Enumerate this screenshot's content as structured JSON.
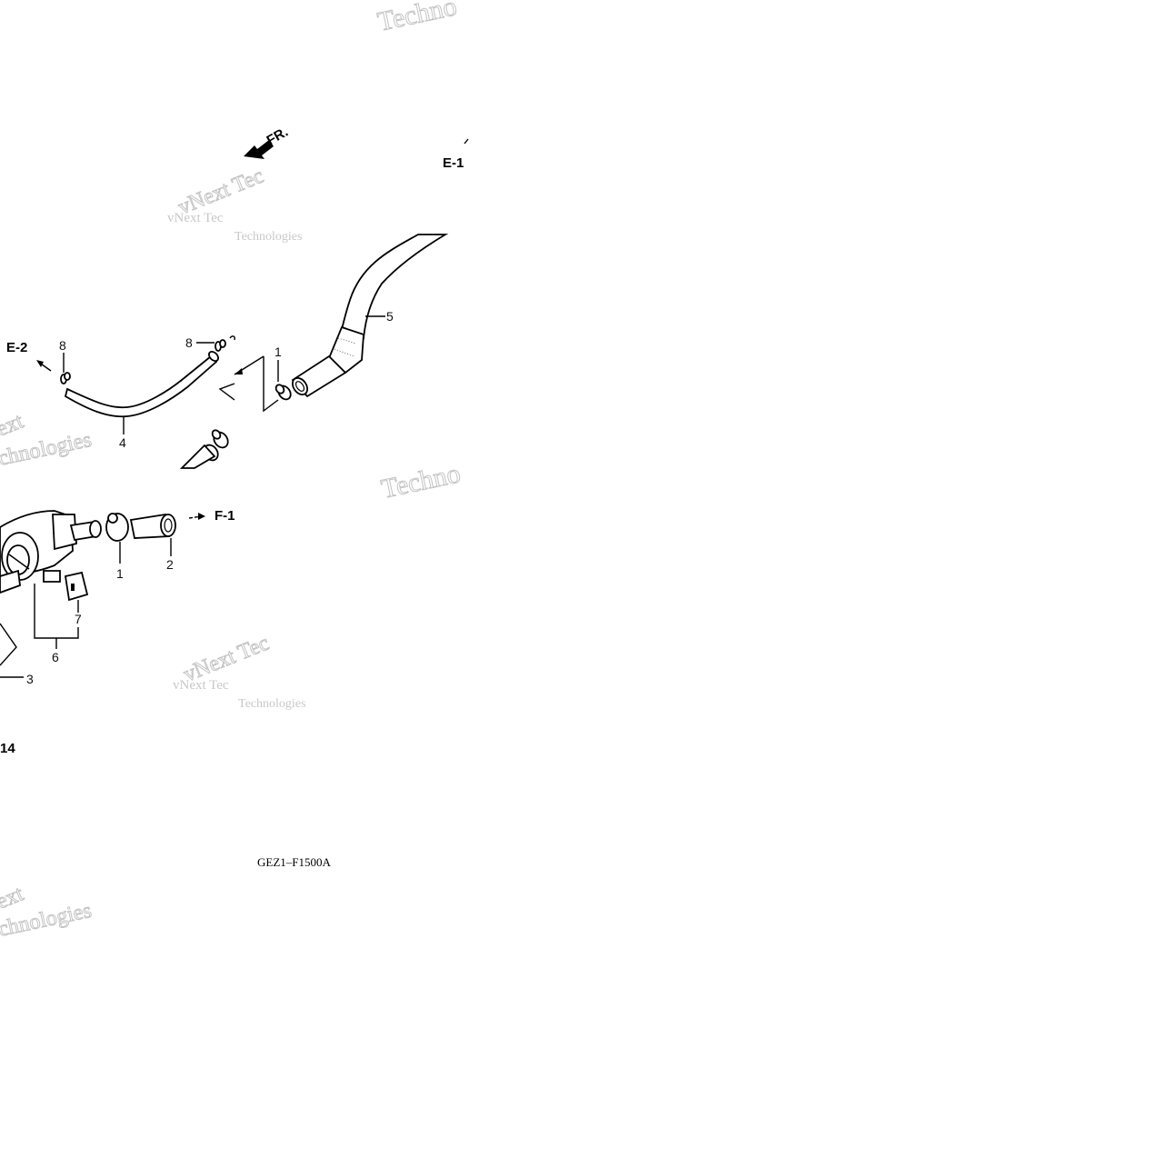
{
  "direction_label": "FR.",
  "references": {
    "e1": "E-1",
    "e2": "E-2",
    "f1": "F-1",
    "fig14": "14"
  },
  "callouts": {
    "c1_upper": "1",
    "c1_lower": "1",
    "c2": "2",
    "c3": "3",
    "c4": "4",
    "c5": "5",
    "c6": "6",
    "c7": "7",
    "c8_left": "8",
    "c8_right": "8"
  },
  "drawing_code": "GEZ1–F1500A",
  "watermarks": {
    "brand": "vNext Tec",
    "brand_line2": "Technologies",
    "techno": "Techno",
    "next": "ext",
    "chnologies": "chnologies"
  }
}
